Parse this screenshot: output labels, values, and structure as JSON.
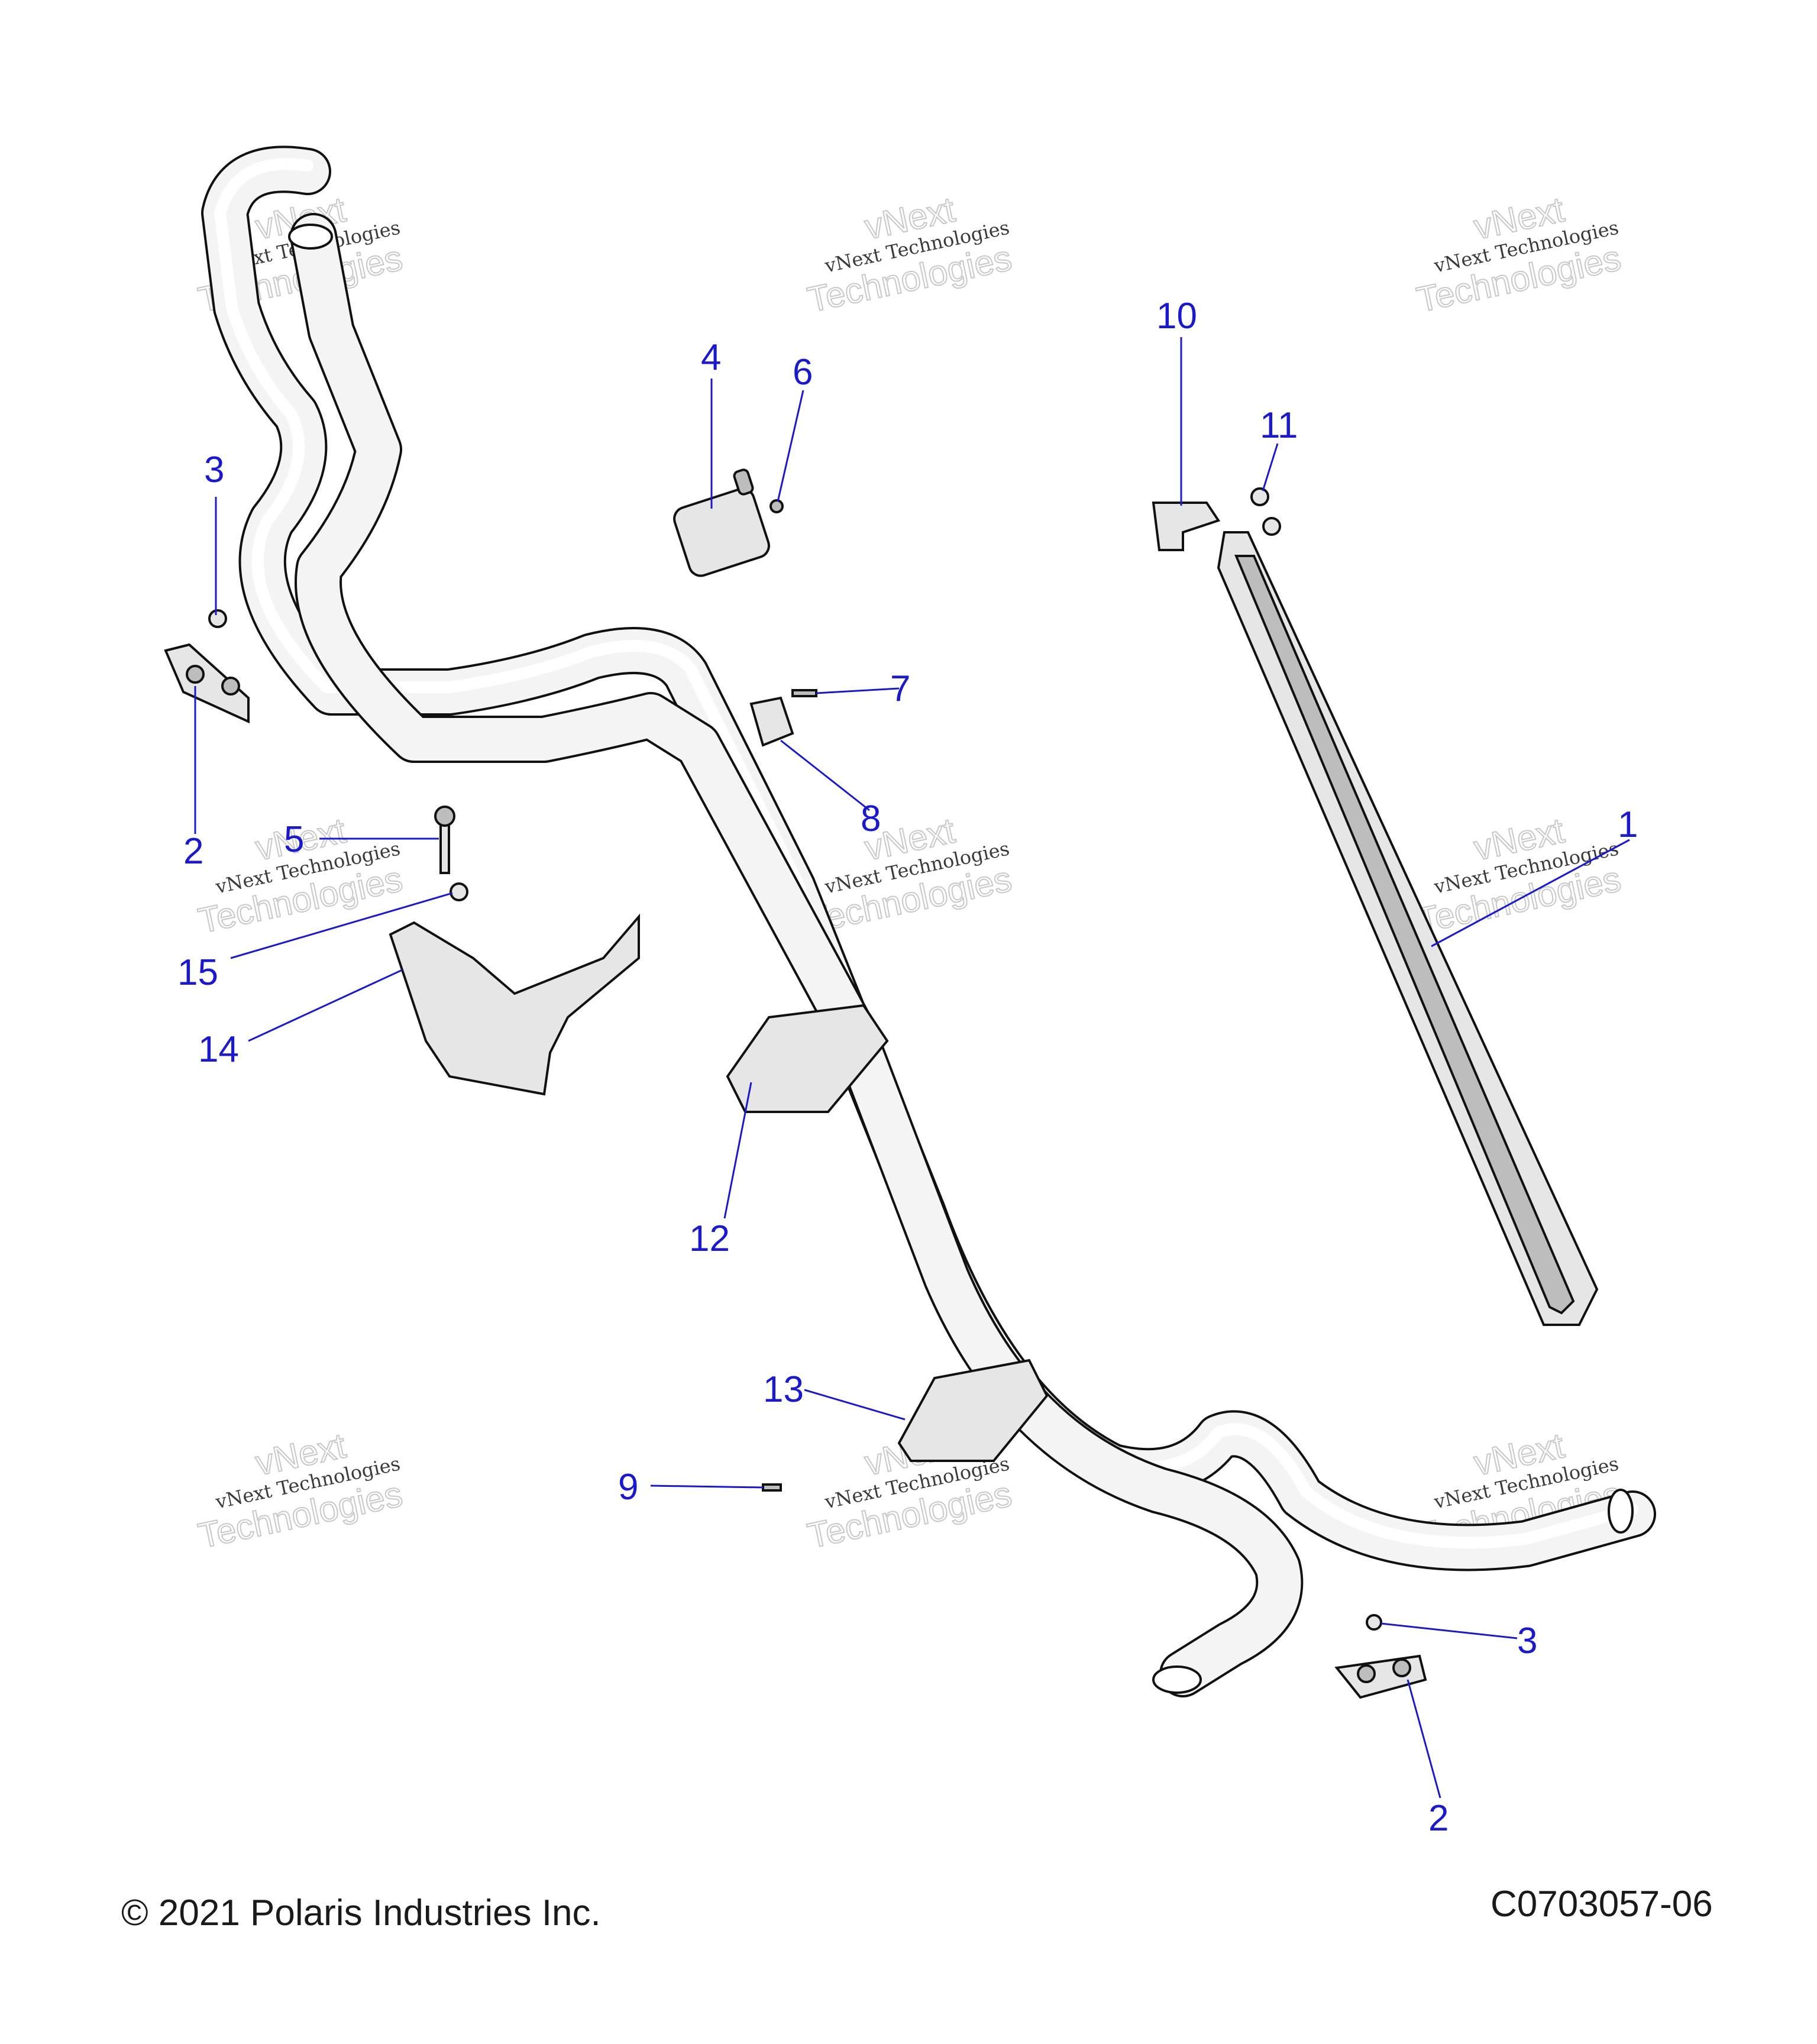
{
  "callouts": [
    {
      "n": "1"
    },
    {
      "n": "2"
    },
    {
      "n": "2"
    },
    {
      "n": "3"
    },
    {
      "n": "3"
    },
    {
      "n": "4"
    },
    {
      "n": "5"
    },
    {
      "n": "6"
    },
    {
      "n": "7"
    },
    {
      "n": "8"
    },
    {
      "n": "9"
    },
    {
      "n": "10"
    },
    {
      "n": "11"
    },
    {
      "n": "12"
    },
    {
      "n": "13"
    },
    {
      "n": "14"
    },
    {
      "n": "15"
    }
  ],
  "watermark": {
    "line1": "vNext Technologies",
    "line2": "vNext",
    "line3": "Technologies"
  },
  "footer": {
    "copyright": "© 2021 Polaris Industries Inc.",
    "part_code": "C0703057-06"
  },
  "colors": {
    "callout": "#1a1acc",
    "outline": "#111111",
    "fill": "#e6e6e6"
  }
}
